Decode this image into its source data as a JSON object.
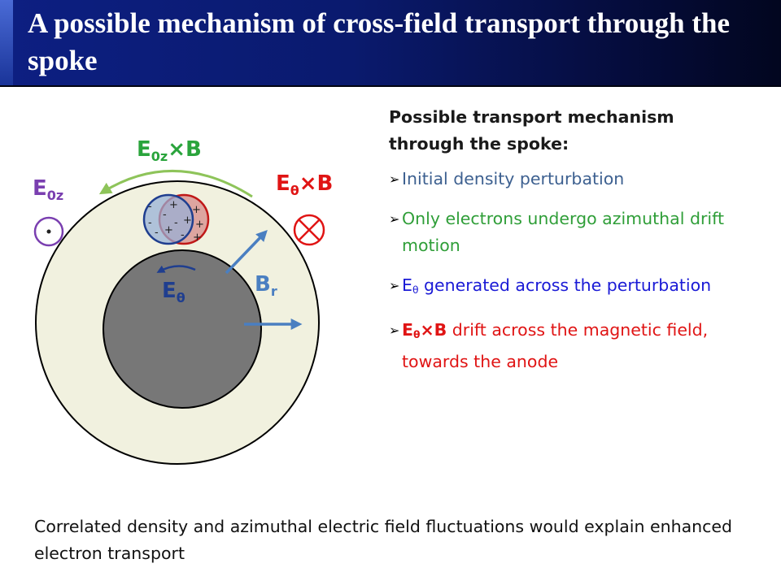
{
  "title": "A possible mechanism of cross-field transport through the spoke",
  "diagram": {
    "label_e0z_cross_b": {
      "main": "E",
      "sub": "0z",
      "tail": "×B"
    },
    "label_e0z": {
      "main": "E",
      "sub": "0z"
    },
    "label_etheta_cross_b": {
      "main": "E",
      "sub": "θ",
      "tail": "×B"
    },
    "label_etheta": {
      "main": "E",
      "sub": "θ"
    },
    "label_br": {
      "main": "B",
      "sub": "r"
    },
    "minus_sign": "-",
    "plus_sign": "+",
    "colors": {
      "green": "#2aa43c",
      "purple": "#7a3fb0",
      "red": "#e01414",
      "blue_arrow": "#4a7fc1",
      "outer_disk": "#f1f1df",
      "inner_disk": "#777777"
    }
  },
  "panel": {
    "heading": "Possible transport mechanism through the spoke:",
    "bullet_1": "Initial density perturbation",
    "bullet_2": "Only electrons undergo azimuthal drift motion",
    "bullet_3": {
      "e": "E",
      "sub": "θ",
      "rest": " generated across the perturbation"
    },
    "bullet_4": {
      "e": "E",
      "sub": "θ",
      "cross": "×B",
      "rest": " drift across the magnetic field, towards the anode"
    }
  },
  "bottom_text": "Correlated density and azimuthal electric field fluctuations would explain enhanced electron transport"
}
